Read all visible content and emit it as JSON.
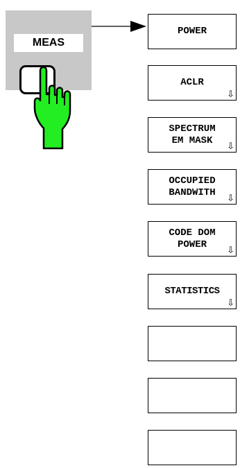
{
  "hardkey": {
    "label": "MEAS"
  },
  "softkeys": [
    {
      "label": "POWER",
      "submenu": ""
    },
    {
      "label": "ACLR",
      "submenu": "⇩"
    },
    {
      "label": "SPECTRUM\nEM MASK",
      "submenu": "⇩"
    },
    {
      "label": "OCCUPIED\nBANDWITH",
      "submenu": "⇩"
    },
    {
      "label": "CODE DOM\nPOWER",
      "submenu": "⇩"
    },
    {
      "label": "STATISTICS",
      "submenu": "⇩"
    },
    {
      "label": "",
      "submenu": ""
    },
    {
      "label": "",
      "submenu": ""
    },
    {
      "label": "",
      "submenu": ""
    }
  ],
  "colors": {
    "panel": "#c8c8c8",
    "hand": "#22ee22"
  },
  "icons": {
    "hand": "pointing-hand-icon",
    "arrow": "arrow-right-icon",
    "submenu": "submenu-arrow-icon"
  }
}
